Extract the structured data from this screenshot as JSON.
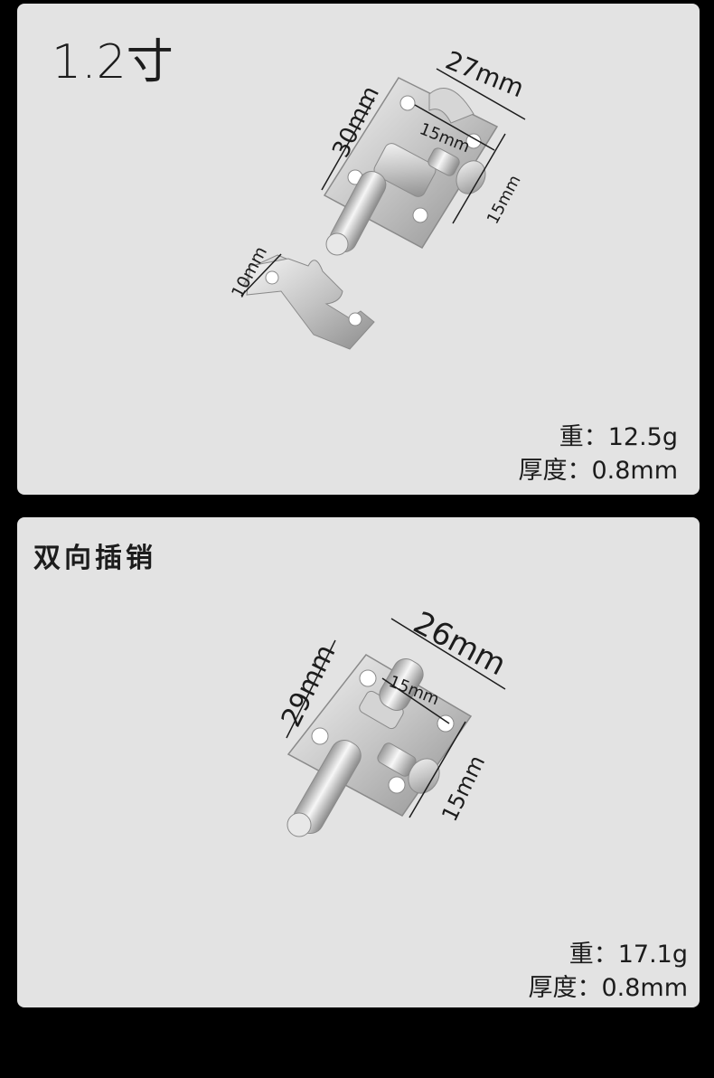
{
  "panel_1": {
    "title": "1.2寸",
    "dimensions": {
      "width": "27mm",
      "height": "30mm",
      "hole_spacing": "15mm",
      "side": "15mm",
      "keeper": "10mm"
    },
    "weight_label": "重：12.5g",
    "thickness_label": "厚度：0.8mm"
  },
  "panel_2": {
    "title": "双向插销",
    "dimensions": {
      "width": "26mm",
      "height": "29mm",
      "hole_spacing": "15mm",
      "side": "15mm"
    },
    "weight_label": "重：17.1g",
    "thickness_label": "厚度：0.8mm"
  },
  "colors": {
    "background": "#000000",
    "panel": "#e3e3e3",
    "text": "#1c1c1c",
    "steel": "#c9c9c9"
  }
}
